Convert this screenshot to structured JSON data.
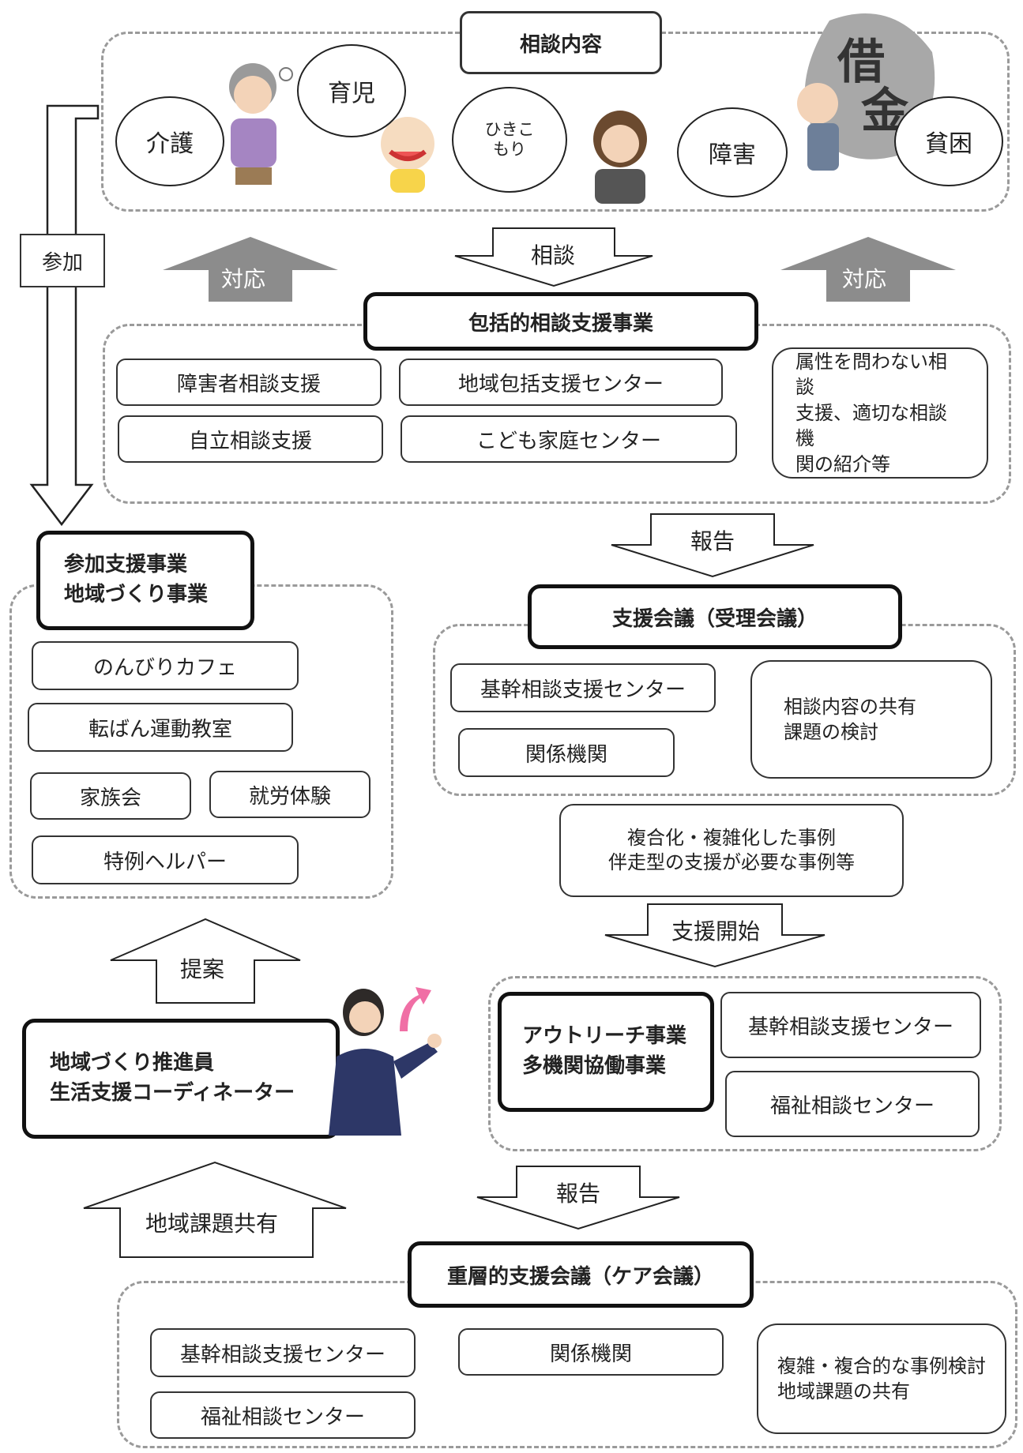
{
  "top": {
    "title": "相談内容",
    "bubbles": [
      "介護",
      "育児",
      "ひきこ\nもり",
      "障害",
      "貧困"
    ],
    "debt_sign": [
      "借",
      "金"
    ]
  },
  "arrows": {
    "sodan": "相談",
    "taio_left": "対応",
    "taio_right": "対応",
    "sanka": "参加",
    "houkoku1": "報告",
    "shien_kaishi": "支援開始",
    "teian": "提案",
    "houkoku2": "報告",
    "chiiki_kadai": "地域課題共有"
  },
  "houkatsu": {
    "title": "包括的相談支援事業",
    "items": [
      "障害者相談支援",
      "自立相談支援",
      "地域包括支援センター",
      "こども家庭センター"
    ],
    "note": "属性を問わない相談\n支援、適切な相談機\n関の紹介等"
  },
  "sanka_shien": {
    "title": "参加支援事業\n地域づくり事業",
    "items": [
      "のんびりカフェ",
      "転ばん運動教室",
      "家族会",
      "就労体験",
      "特例ヘルパー"
    ]
  },
  "shien_kaigi": {
    "title": "支援会議（受理会議）",
    "items": [
      "基幹相談支援センター",
      "関係機関"
    ],
    "note": "相談内容の共有\n課題の検討"
  },
  "jirei": "複合化・複雑化した事例\n伴走型の支援が必要な事例等",
  "outreach": {
    "title": "アウトリーチ事業\n多機関協働事業",
    "items": [
      "基幹相談支援センター",
      "福祉相談センター"
    ]
  },
  "coordinator": "地域づくり推進員\n生活支援コーディネーター",
  "care_kaigi": {
    "title": "重層的支援会議（ケア会議）",
    "items": [
      "基幹相談支援センター",
      "福祉相談センター",
      "関係機関"
    ],
    "note": "複雑・複合的な事例検討\n地域課題の共有"
  },
  "colors": {
    "gray_arrow": "#8c8c8c",
    "pink_arrow": "#f06fa5",
    "dash": "#9a9a9a"
  }
}
